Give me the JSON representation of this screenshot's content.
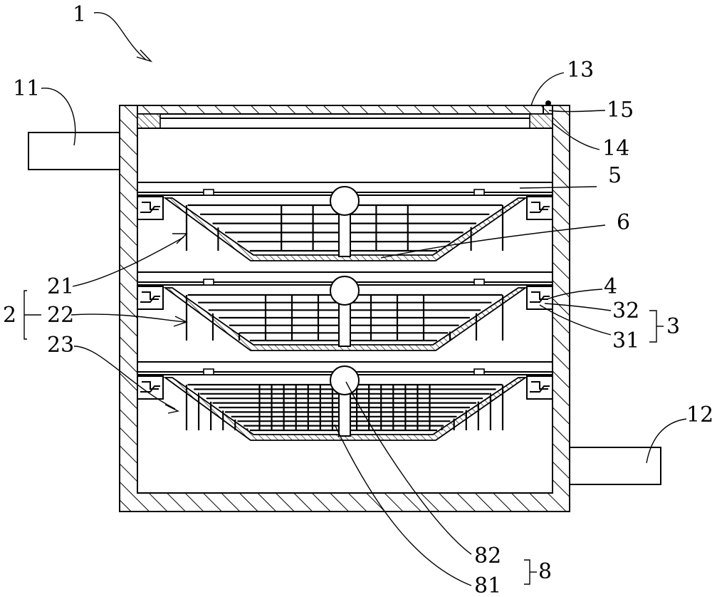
{
  "labels": {
    "device": "1",
    "inlet": "11",
    "outlet": "12",
    "lid": "13",
    "seal_frame": "14",
    "hinge": "15",
    "tray_group": "2",
    "tray_first": "21",
    "tray_second": "22",
    "tray_third": "23",
    "partition": "5",
    "screen": "6",
    "support": "4",
    "rail_assembly": "3",
    "rail_upper": "32",
    "rail_lower": "31",
    "handle_assembly": "8",
    "handle_ball": "82",
    "handle_rod": "81"
  },
  "trays": [
    {
      "name": "tray-first",
      "grid_columns": 10,
      "grid_rows": 5
    },
    {
      "name": "tray-second",
      "grid_columns": 12,
      "grid_rows": 6
    },
    {
      "name": "tray-third",
      "grid_columns": 26,
      "grid_rows": 10
    }
  ]
}
